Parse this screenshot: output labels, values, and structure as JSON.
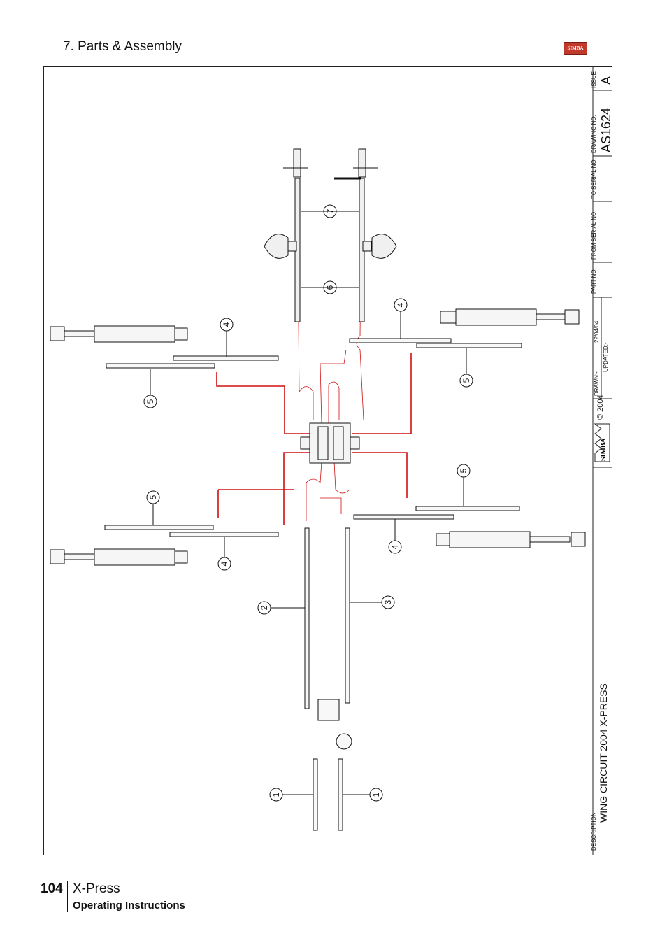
{
  "header": {
    "section": "7. Parts & Assembly",
    "logo_text": "SIMBA"
  },
  "title_block": {
    "issue_label": "ISSUE",
    "issue_value": "A",
    "drawing_no_label": "DRAWING NO.",
    "drawing_no_value": "AS1624",
    "to_serial_label": "TO SERIAL NO.",
    "from_serial_label": "FROM SERIAL NO.",
    "part_no_label": "PART NO.",
    "drawn_label": "DRAWN:-",
    "drawn_date": "22/04/04",
    "updated_label": "UPDATED:-",
    "copyright": "© 2004",
    "logo_text": "SIMBA",
    "description_label": "DESCRIPTION",
    "description_value": "WING CIRCUIT 2004 X-PRESS"
  },
  "callouts": [
    "1",
    "1",
    "2",
    "3",
    "4",
    "4",
    "4",
    "4",
    "5",
    "5",
    "5",
    "5",
    "6",
    "7"
  ],
  "footer": {
    "page_number": "104",
    "title": "X-Press",
    "subtitle": "Operating Instructions"
  }
}
